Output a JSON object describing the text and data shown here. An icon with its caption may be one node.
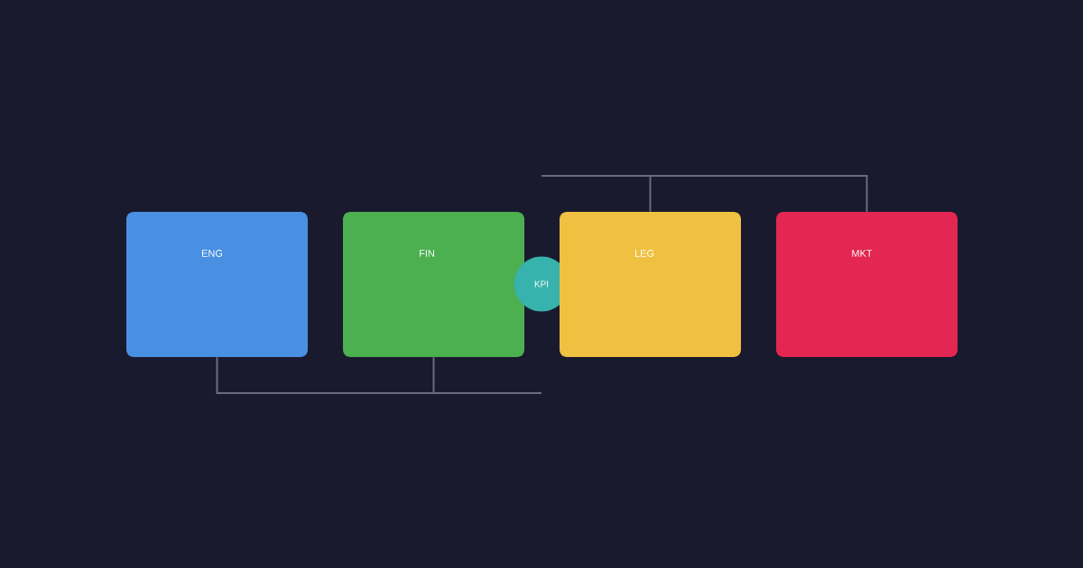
{
  "diagram": {
    "nodes": [
      {
        "text": [
          "ENG"
        ]
      },
      {
        "text": [
          "FIN"
        ]
      },
      {
        "text": [
          "KPI"
        ]
      },
      {
        "text": [
          "LEG"
        ]
      },
      {
        "text": [
          "MKT"
        ]
      }
    ],
    "edges": [
      {
        "from": 0,
        "to": null,
        "arrow": "none"
      },
      {
        "from": 1,
        "to": null,
        "arrow": "none"
      },
      {
        "from": null,
        "to": 3,
        "arrow": "none"
      },
      {
        "from": null,
        "to": 4,
        "arrow": "none"
      }
    ]
  }
}
